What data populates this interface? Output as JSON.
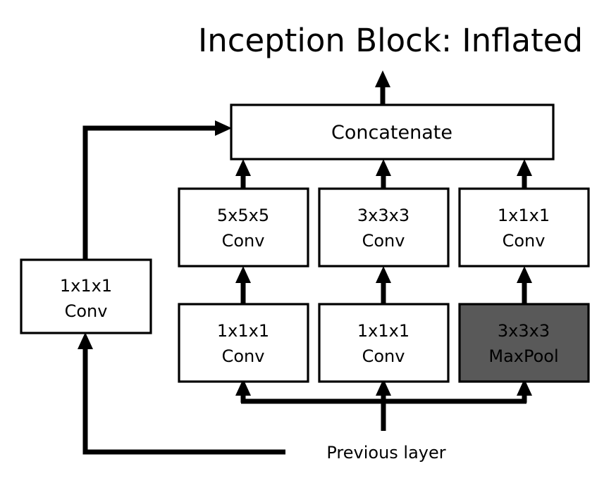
{
  "title": "Inception Block: Inflated",
  "caption": "Previous layer",
  "colors": {
    "background": "#ffffff",
    "stroke": "#000000",
    "box_fill": "#ffffff",
    "maxpool_fill": "#595959",
    "text": "#000000"
  },
  "nodes": {
    "concatenate": {
      "label": "Concatenate"
    },
    "left_reduce": {
      "line1": "1x1x1",
      "line2": "Conv"
    },
    "branch_a_top": {
      "line1": "5x5x5",
      "line2": "Conv"
    },
    "branch_a_bottom": {
      "line1": "1x1x1",
      "line2": "Conv"
    },
    "branch_b_top": {
      "line1": "3x3x3",
      "line2": "Conv"
    },
    "branch_b_bottom": {
      "line1": "1x1x1",
      "line2": "Conv"
    },
    "branch_c_top": {
      "line1": "1x1x1",
      "line2": "Conv"
    },
    "branch_c_bottom": {
      "line1": "3x3x3",
      "line2": "MaxPool"
    }
  },
  "edges": {
    "output_arrow": "concatenate-to-output",
    "left_to_concat": "left-reduce-to-concatenate",
    "prev_to_left": "previous-layer-to-left-reduce",
    "prev_bus": "previous-layer-bus"
  }
}
